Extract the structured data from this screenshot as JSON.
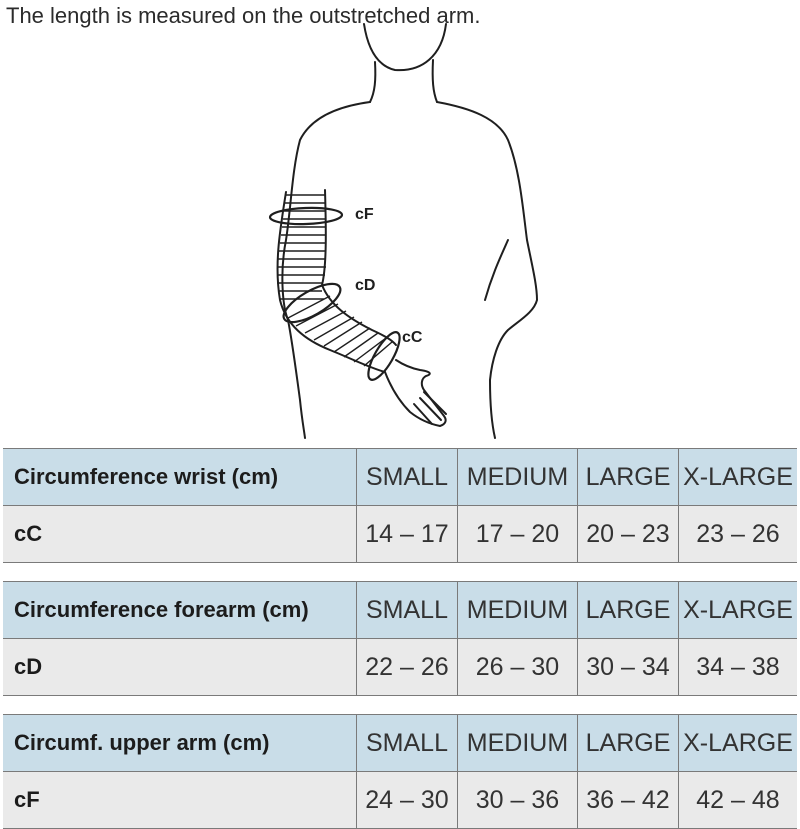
{
  "caption": "The length is measured on the outstretched arm.",
  "figure": {
    "labels": {
      "cF": "cF",
      "cD": "cD",
      "cC": "cC"
    }
  },
  "tables": [
    {
      "title": "Circumference wrist (cm)",
      "sizes": [
        "SMALL",
        "MEDIUM",
        "LARGE",
        "X-LARGE"
      ],
      "code": "cC",
      "ranges": [
        "14 – 17",
        "17 – 20",
        "20 – 23",
        "23 – 26"
      ]
    },
    {
      "title": "Circumference forearm (cm)",
      "sizes": [
        "SMALL",
        "MEDIUM",
        "LARGE",
        "X-LARGE"
      ],
      "code": "cD",
      "ranges": [
        "22 – 26",
        "26 – 30",
        "30 – 34",
        "34 – 38"
      ]
    },
    {
      "title": "Circumf. upper arm (cm)",
      "sizes": [
        "SMALL",
        "MEDIUM",
        "LARGE",
        "X-LARGE"
      ],
      "code": "cF",
      "ranges": [
        "24 – 30",
        "30 – 36",
        "36 – 42",
        "42 – 48"
      ]
    }
  ]
}
